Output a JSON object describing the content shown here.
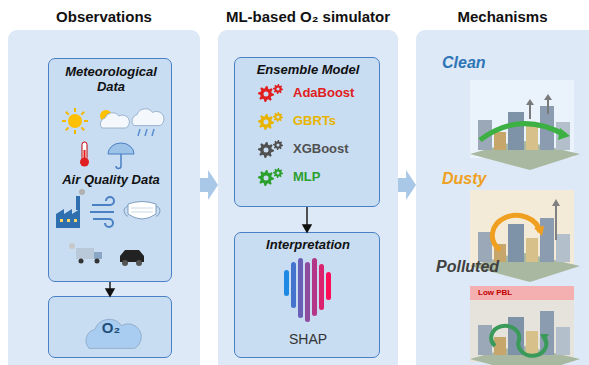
{
  "diagram": {
    "nodes": [
      {
        "text": [
          "Observations"
        ]
      },
      {
        "text": [
          "Meteorological Data",
          "Air Quality Data"
        ],
        "in": 0
      },
      {
        "text": [
          "O₂"
        ],
        "in": 0
      },
      {
        "text": [
          "ML-based O₂ simulator"
        ]
      },
      {
        "text": [
          "Ensemble Model",
          "AdaBoost",
          "GBRTs",
          "XGBoost",
          "MLP"
        ],
        "in": 3
      },
      {
        "text": [
          "Interpretation",
          "SHAP"
        ],
        "in": 3
      },
      {
        "text": [
          "Mechanisms",
          "Clean",
          "Dusty",
          "Polluted"
        ]
      }
    ],
    "edges": [
      {
        "from": 1,
        "to": 2,
        "arrow": "to"
      },
      {
        "from": 4,
        "to": 5,
        "arrow": "to"
      },
      {
        "from": 0,
        "to": 3,
        "arrow": "to"
      },
      {
        "from": 3,
        "to": 6,
        "arrow": "to"
      }
    ],
    "labels": [
      "Low PBL"
    ]
  }
}
